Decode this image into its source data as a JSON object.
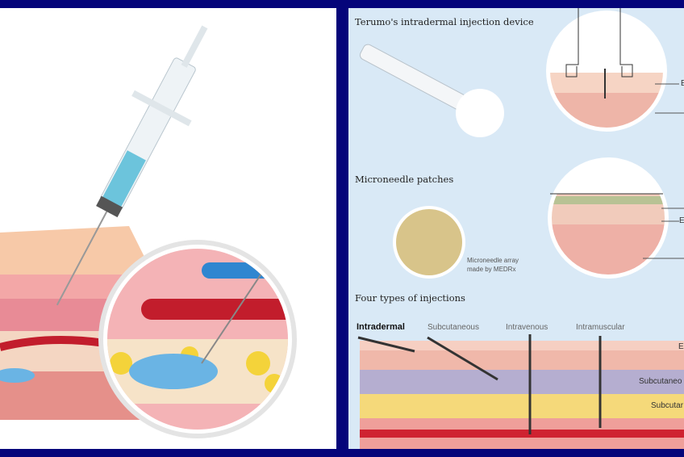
{
  "device": {
    "title": "Terumo's intradermal injection device",
    "layer_labels": [
      "E"
    ]
  },
  "patches": {
    "title": "Microneedle patches",
    "caption_line1": "Microneedle array",
    "caption_line2": "made by MEDRx",
    "layer_labels": [
      "E"
    ]
  },
  "injections": {
    "title": "Four types of injections",
    "types": [
      "Intradermal",
      "Subcutaneous",
      "Intravenous",
      "Intramuscular"
    ],
    "layer_labels": [
      "E",
      "Subcutaneo",
      "Subcutar"
    ]
  },
  "colors": {
    "frame": "#05057a",
    "panel_bg": "#d9e9f6"
  }
}
